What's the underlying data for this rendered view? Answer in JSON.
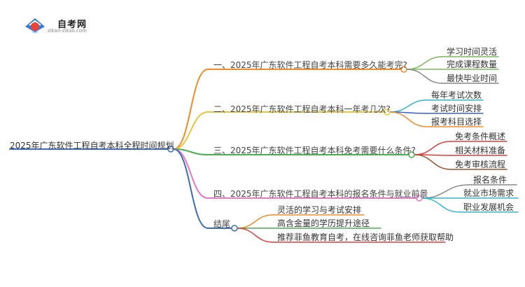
{
  "logo": {
    "title": "自考网",
    "url": "zikao-zikao.com",
    "colors": {
      "red": "#e8443a",
      "blue": "#3a7bd5",
      "light": "#9ec5ff"
    }
  },
  "mindmap": {
    "root": {
      "label": "2025年广东软件工程自考本科全程时间规划",
      "color": "#3b6fb6"
    },
    "branches": [
      {
        "label": "一、2025年广东软件工程自考本科需要多久能考完?",
        "color": "#f28c28",
        "leaves": [
          "学习时间灵活",
          "完成课程数量",
          "最快毕业时间"
        ],
        "leaf_colors": [
          "#7bb661",
          "#7bb661",
          "#888888"
        ]
      },
      {
        "label": "二、2025年广东软件工程自考本科一年考几次?",
        "color": "#e8c53a",
        "leaves": [
          "每年考试次数",
          "考试时间安排",
          "报考科目选择"
        ],
        "leaf_colors": [
          "#34b6c9",
          "#3a5fcd",
          "#f28c28"
        ]
      },
      {
        "label": "三、2025年广东软件工程自考本科免考需要什么条件?",
        "color": "#4caf50",
        "leaves": [
          "免考条件概述",
          "相关材料准备",
          "免考审核流程"
        ],
        "leaf_colors": [
          "#e03c3c",
          "#e03c3c",
          "#a0522d"
        ]
      },
      {
        "label": "四、2025年广东软件工程自考本科的报名条件与就业前景",
        "color": "#e879c9",
        "leaves": [
          "报名条件",
          "就业市场需求",
          "职业发展机会"
        ],
        "leaf_colors": [
          "#888888",
          "#34b6c9",
          "#34b6c9"
        ]
      },
      {
        "label": "结尾",
        "color": "#3b6fb6",
        "leaves": [
          "灵活的学习与考试安排",
          "高含金量的学历提升途径",
          "推荐菲鱼教育自考，在线咨询菲鱼老师获取帮助"
        ],
        "leaf_colors": [
          "#f28c28",
          "#4caf50",
          "#e03c3c"
        ]
      }
    ]
  }
}
